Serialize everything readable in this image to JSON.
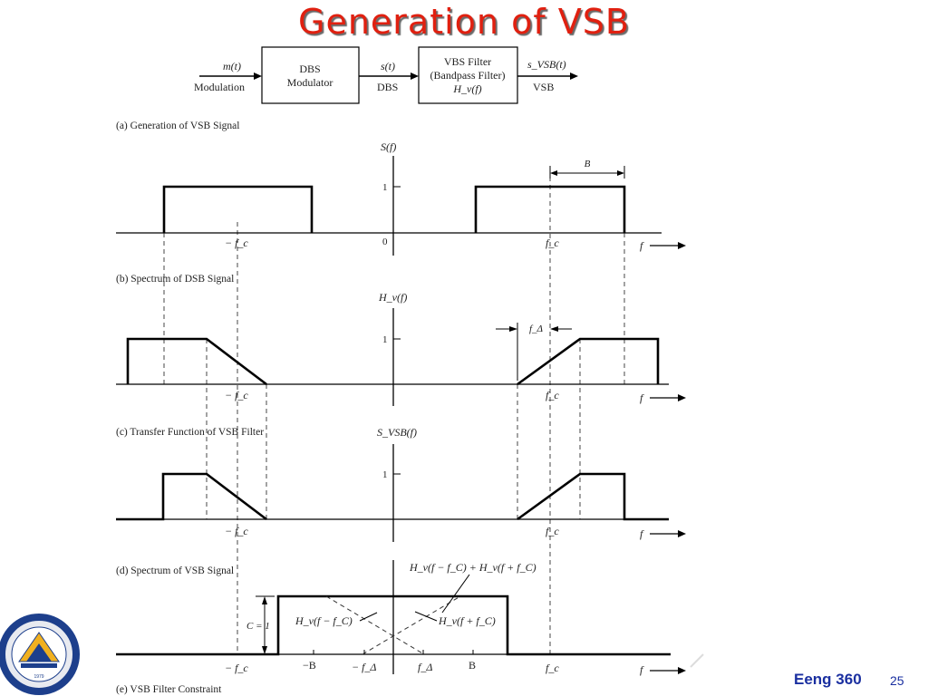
{
  "title": "Generation of VSB",
  "block_diagram": {
    "input_signal": "m(t)",
    "input_label": "Modulation",
    "block1_line1": "DBS",
    "block1_line2": "Modulator",
    "mid_signal": "s(t)",
    "mid_label": "DBS",
    "block2_line1": "VBS Filter",
    "block2_line2": "(Bandpass Filter)",
    "block2_line3": "H_v(f)",
    "output_signal": "s_VSB(t)",
    "output_label": "VSB"
  },
  "captions": {
    "a": "(a) Generation of VSB Signal",
    "b": "(b) Spectrum of DSB Signal",
    "c": "(c) Transfer Function of VSB Filter",
    "d": "(d) Spectrum of VSB Signal",
    "e": "(e) VSB Filter Constraint"
  },
  "panel_b": {
    "ylabel": "S(f)",
    "one": "1",
    "zero": "0",
    "neg_fc": "− f_c",
    "fc": "f_c",
    "f": "f",
    "bandwidth": "B"
  },
  "panel_c": {
    "ylabel": "H_v(f)",
    "one": "1",
    "neg_fc": "− f_c",
    "fc": "f_c",
    "f": "f",
    "fdelta": "f_Δ"
  },
  "panel_d": {
    "ylabel": "S_VSB(f)",
    "one": "1",
    "neg_fc": "− f_c",
    "fc": "f_c",
    "f": "f"
  },
  "panel_e": {
    "sum_label": "H_v(f − f_C) + H_v(f + f_C)",
    "left_label": "H_v(f − f_C)",
    "right_label": "H_v(f + f_C)",
    "c_label": "C = 1",
    "ticks": {
      "neg_fc": "− f_c",
      "neg_b": "−B",
      "neg_fdelta": "− f_Δ",
      "fdelta": "f_Δ",
      "b": "B",
      "fc": "f_c",
      "f": "f"
    }
  },
  "footer": {
    "course": "Eeng 360",
    "page": "25"
  },
  "logo": {
    "year": "1979"
  }
}
